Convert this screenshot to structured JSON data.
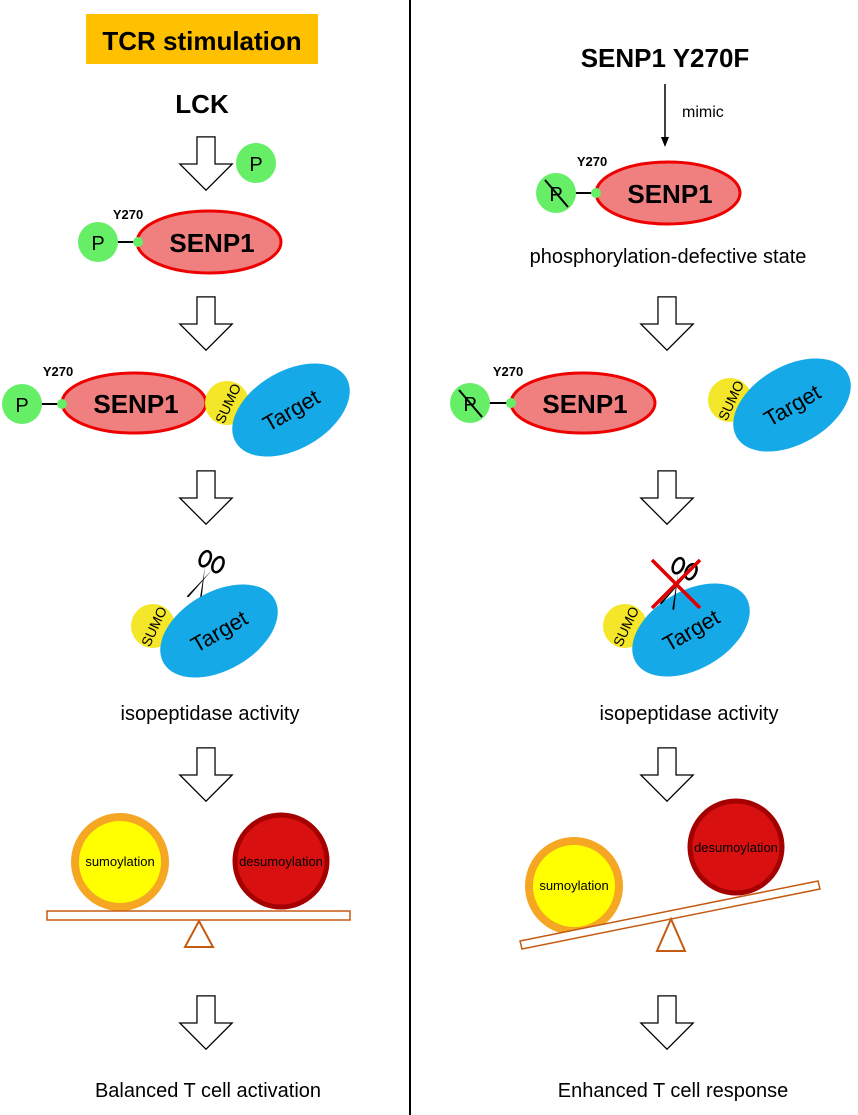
{
  "colors": {
    "senp1_fill": "#f08080",
    "senp1_stroke": "#ee0000",
    "phospho_fill": "#66ee66",
    "sumo_fill": "#f4e628",
    "target_fill": "#16a9e8",
    "tcr_box": "#ffc000",
    "beam": "#c55a11",
    "sumoylation_fill": "#ffff00",
    "sumoylation_ring": "#f5a623",
    "desumoylation_fill": "#d91010",
    "desumoylation_ring": "#a50000",
    "cross": "#e00000"
  },
  "left": {
    "header": "TCR stimulation",
    "kinase": "LCK",
    "phospho_label": "P",
    "site_label": "Y270",
    "protein_label": "SENP1",
    "sumo_label": "SUMO",
    "target_label": "Target",
    "activity_label": "isopeptidase activity",
    "sumoylation_label": "sumoylation",
    "desumoylation_label": "desumoylation",
    "outcome": "Balanced T cell activation"
  },
  "right": {
    "header": "SENP1 Y270F",
    "mimic_label": "mimic",
    "phospho_label": "P",
    "site_label": "Y270",
    "protein_label": "SENP1",
    "state_label": "phosphorylation-defective state",
    "sumo_label": "SUMO",
    "target_label": "Target",
    "activity_label": "isopeptidase activity",
    "sumoylation_label": "sumoylation",
    "desumoylation_label": "desumoylation",
    "outcome": "Enhanced T cell response"
  },
  "icons": {
    "scissors": "scissors-icon",
    "blocked": "cross-out-icon",
    "balance": "seesaw-icon",
    "arrow": "hollow-down-arrow-icon"
  }
}
